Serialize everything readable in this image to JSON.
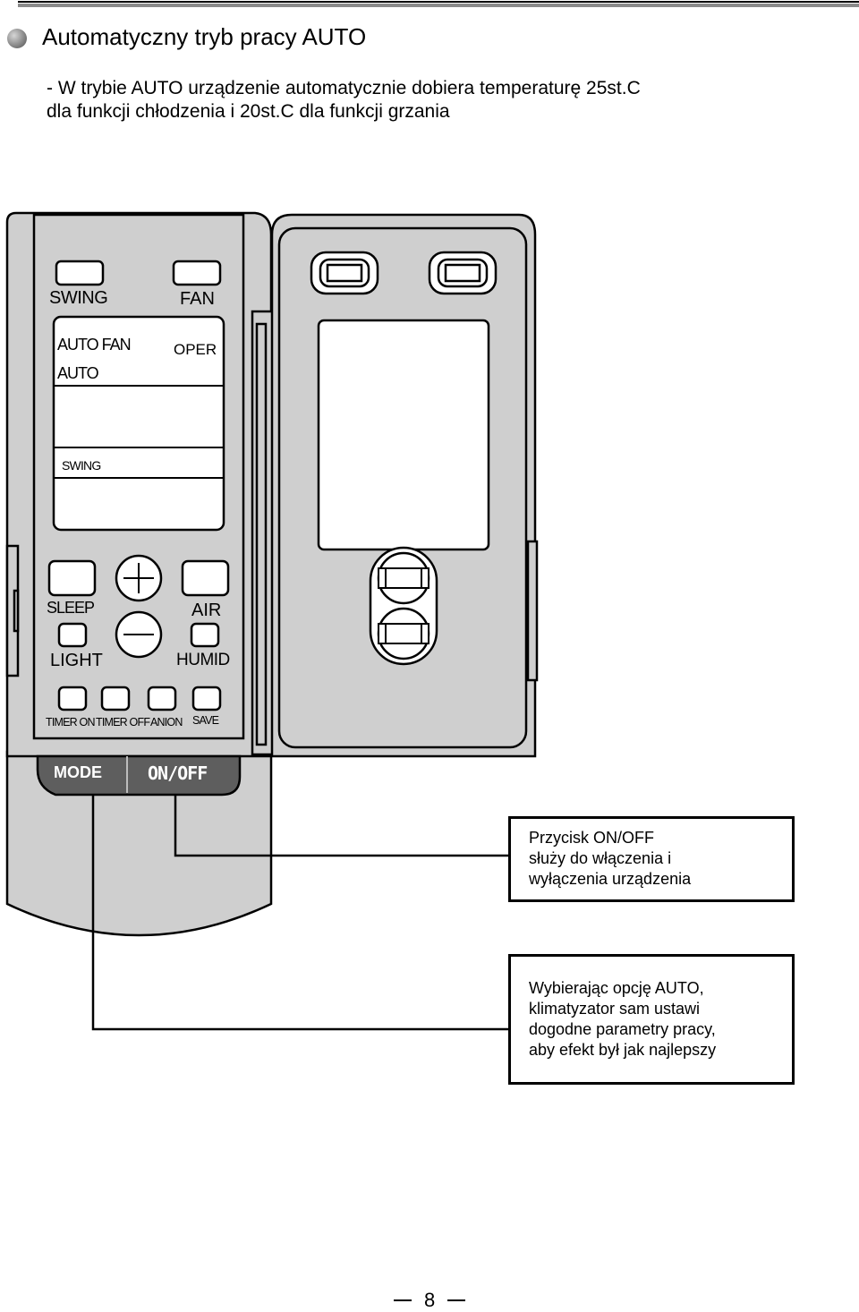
{
  "heading": "Automatyczny tryb pracy AUTO",
  "intro": {
    "line1": "- W trybie AUTO urządzenie automatycznie dobiera temperaturę 25st.C",
    "line2": "dla funkcji chłodzenia i 20st.C dla funkcji grzania"
  },
  "remote": {
    "swing_label": "SWING",
    "fan_label": "FAN",
    "display": {
      "auto_fan": "AUTO FAN",
      "oper": "OPER",
      "auto": "AUTO",
      "swing": "SWING"
    },
    "sleep_label": "SLEEP",
    "air_label": "AIR",
    "light_label": "LIGHT",
    "humid_label": "HUMID",
    "timer_on_label": "TIMER ON",
    "timer_off_label": "TIMER OFF",
    "anion_label": "ANION",
    "save_label": "SAVE",
    "mode_label": "MODE",
    "onoff_label": "ON/OFF"
  },
  "callouts": {
    "onoff": {
      "line1": "Przycisk ON/OFF",
      "line2": "służy do włączenia i",
      "line3": "wyłączenia urządzenia"
    },
    "auto": {
      "line1": "Wybierając opcję AUTO,",
      "line2": "klimatyzator sam ustawi",
      "line3": "dogodne parametry pracy,",
      "line4": "aby efekt był jak najlepszy"
    }
  },
  "page_number": "8",
  "colors": {
    "remote_body": "#cfcfcf",
    "remote_stroke": "#000000",
    "bottom_bar": "#5e5e5e"
  }
}
